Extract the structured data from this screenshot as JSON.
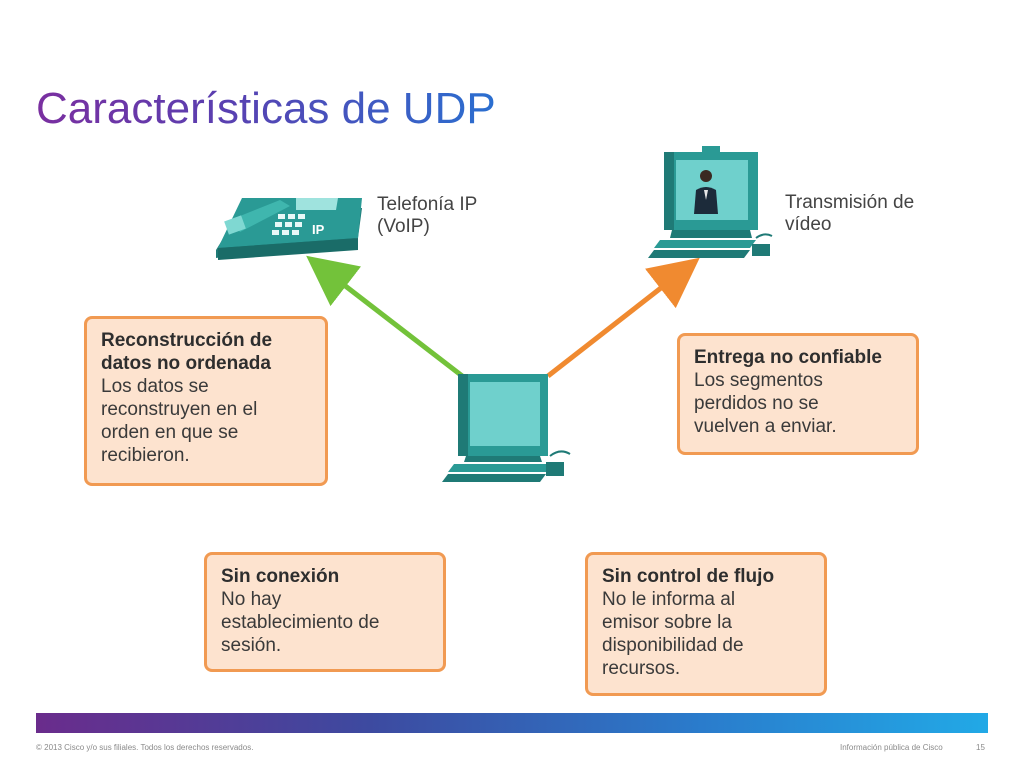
{
  "slide": {
    "title": "Características de UDP"
  },
  "devices": {
    "phone": {
      "label": "Telefonía IP\n(VoIP)",
      "badge": "IP",
      "icon": "ip-phone-icon"
    },
    "video": {
      "label": "Transmisión de\nvídeo",
      "icon": "video-monitor-icon"
    },
    "computer": {
      "icon": "desktop-computer-icon"
    }
  },
  "arrows": {
    "to_phone_color": "#73c23a",
    "to_video_color": "#f08a30"
  },
  "boxes": {
    "reconstruction": {
      "title": "Reconstrucción de\ndatos no ordenada",
      "body": "Los datos se\nreconstruyen en el\norden en que se\nrecibieron."
    },
    "unreliable": {
      "title": "Entrega no confiable",
      "body": "Los segmentos\nperdidos no se\nvuelven a enviar."
    },
    "connectionless": {
      "title": "Sin conexión",
      "body": "No hay\nestablecimiento de\nsesión."
    },
    "no_flow_control": {
      "title": "Sin control de flujo",
      "body": "No le informa al\nemisor sobre la\ndisponibilidad de\nrecursos."
    }
  },
  "footer": {
    "copyright": "© 2013 Cisco y/o sus filiales. Todos los derechos reservados.",
    "classification": "Información pública de Cisco",
    "page_number": "15"
  },
  "colors": {
    "box_fill": "#fde3cf",
    "box_border": "#f19a52",
    "device_teal": "#2a9a95",
    "device_teal_dark": "#1f7a76",
    "screen": "#6fd0cc"
  }
}
